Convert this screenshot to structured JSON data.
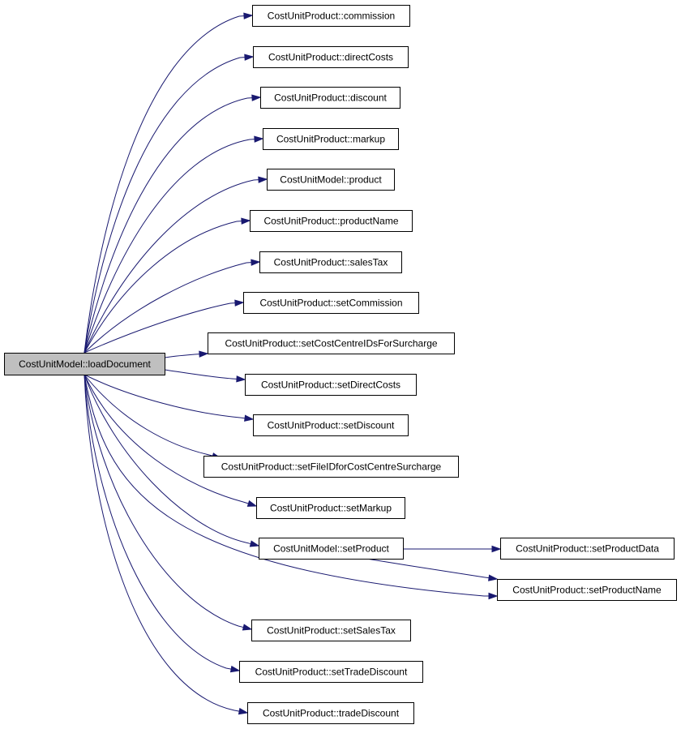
{
  "graph": {
    "type": "call-graph",
    "colors": {
      "edge": "#191970",
      "node_border": "#000000",
      "node_fill": "#ffffff",
      "root_fill": "#bfbfbf"
    },
    "root": {
      "id": "load-document",
      "label": "CostUnitModel::loadDocument"
    },
    "nodes": [
      {
        "id": "commission",
        "label": "CostUnitProduct::commission"
      },
      {
        "id": "direct-costs",
        "label": "CostUnitProduct::directCosts"
      },
      {
        "id": "discount",
        "label": "CostUnitProduct::discount"
      },
      {
        "id": "markup",
        "label": "CostUnitProduct::markup"
      },
      {
        "id": "product",
        "label": "CostUnitModel::product"
      },
      {
        "id": "product-name",
        "label": "CostUnitProduct::productName"
      },
      {
        "id": "sales-tax",
        "label": "CostUnitProduct::salesTax"
      },
      {
        "id": "set-commission",
        "label": "CostUnitProduct::setCommission"
      },
      {
        "id": "set-cost-centre-ids",
        "label": "CostUnitProduct::setCostCentreIDsForSurcharge"
      },
      {
        "id": "set-direct-costs",
        "label": "CostUnitProduct::setDirectCosts"
      },
      {
        "id": "set-discount",
        "label": "CostUnitProduct::setDiscount"
      },
      {
        "id": "set-file-id",
        "label": "CostUnitProduct::setFileIDforCostCentreSurcharge"
      },
      {
        "id": "set-markup",
        "label": "CostUnitProduct::setMarkup"
      },
      {
        "id": "set-product",
        "label": "CostUnitModel::setProduct"
      },
      {
        "id": "set-product-data",
        "label": "CostUnitProduct::setProductData"
      },
      {
        "id": "set-product-name",
        "label": "CostUnitProduct::setProductName"
      },
      {
        "id": "set-sales-tax",
        "label": "CostUnitProduct::setSalesTax"
      },
      {
        "id": "set-trade-discount",
        "label": "CostUnitProduct::setTradeDiscount"
      },
      {
        "id": "trade-discount",
        "label": "CostUnitProduct::tradeDiscount"
      }
    ],
    "edges": [
      {
        "from": "load-document",
        "to": "commission"
      },
      {
        "from": "load-document",
        "to": "direct-costs"
      },
      {
        "from": "load-document",
        "to": "discount"
      },
      {
        "from": "load-document",
        "to": "markup"
      },
      {
        "from": "load-document",
        "to": "product"
      },
      {
        "from": "load-document",
        "to": "product-name"
      },
      {
        "from": "load-document",
        "to": "sales-tax"
      },
      {
        "from": "load-document",
        "to": "set-commission"
      },
      {
        "from": "load-document",
        "to": "set-cost-centre-ids"
      },
      {
        "from": "load-document",
        "to": "set-direct-costs"
      },
      {
        "from": "load-document",
        "to": "set-discount"
      },
      {
        "from": "load-document",
        "to": "set-file-id"
      },
      {
        "from": "load-document",
        "to": "set-markup"
      },
      {
        "from": "load-document",
        "to": "set-product"
      },
      {
        "from": "load-document",
        "to": "set-product-name"
      },
      {
        "from": "load-document",
        "to": "set-sales-tax"
      },
      {
        "from": "load-document",
        "to": "set-trade-discount"
      },
      {
        "from": "load-document",
        "to": "trade-discount"
      },
      {
        "from": "set-product",
        "to": "set-product-data"
      },
      {
        "from": "set-product",
        "to": "set-product-name"
      }
    ]
  }
}
